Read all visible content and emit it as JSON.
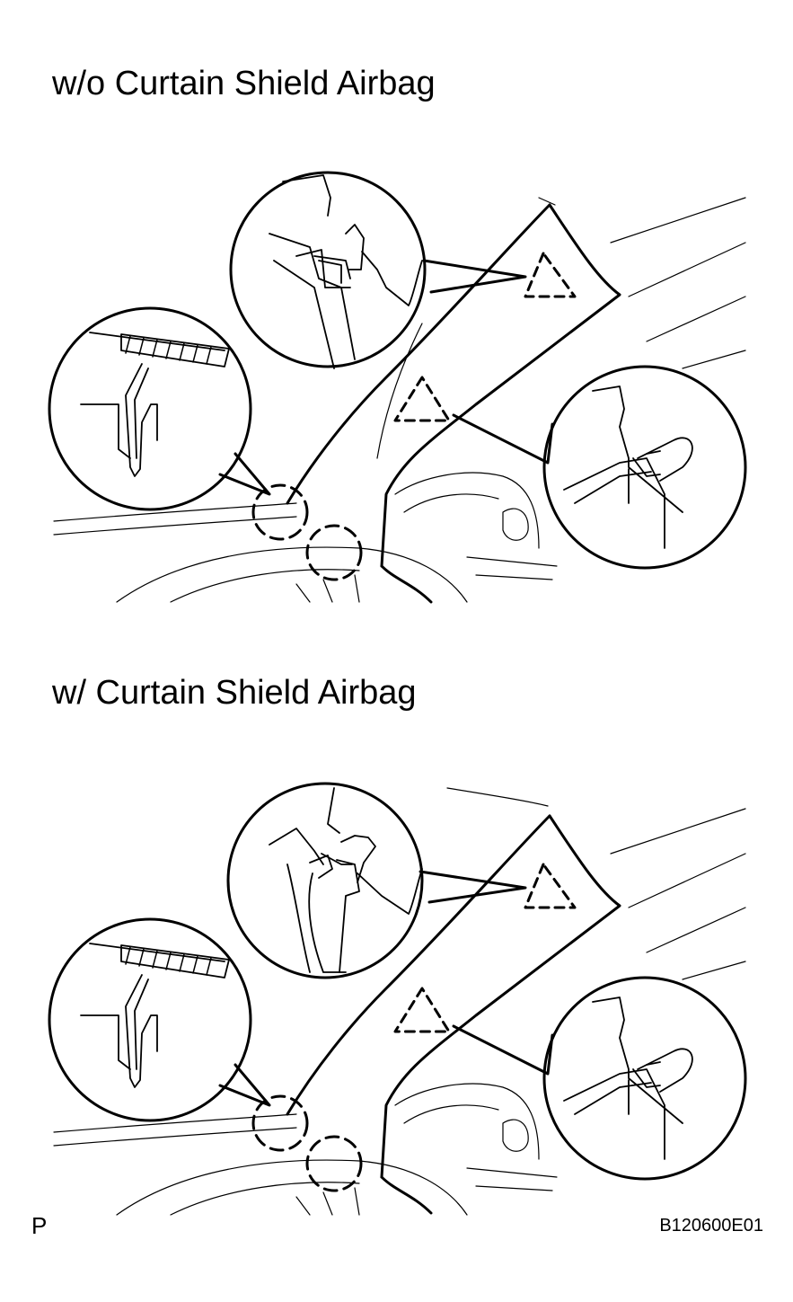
{
  "diagram": {
    "sections": [
      {
        "title": "w/o Curtain Shield Airbag",
        "variant": "without"
      },
      {
        "title": "w/ Curtain Shield Airbag",
        "variant": "with"
      }
    ],
    "corner_letter": "P",
    "figure_code": "B120600E01"
  }
}
